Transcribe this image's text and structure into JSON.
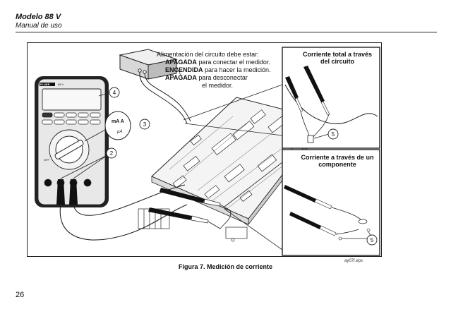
{
  "header": {
    "title": "Modelo 88 V",
    "subtitle": "Manual de uso"
  },
  "figure": {
    "callout_lines": [
      {
        "bold": "",
        "rest": "Alimentación del circuito debe estar:"
      },
      {
        "bold": "APAGADA",
        "rest": " para conectar el medidor."
      },
      {
        "bold": "ENCENDIDA",
        "rest": " para hacer la medición."
      },
      {
        "bold": "APAGADA",
        "rest": " para desconectar"
      },
      {
        "bold": "",
        "rest": "el medidor."
      }
    ],
    "inset_top_title": "Corriente total a través del circuito",
    "inset_bottom_title": "Corriente a través de un componente",
    "markers": [
      "4",
      "3",
      "2",
      "5",
      "5"
    ],
    "meter_brand": "FLUKE",
    "meter_model": "88 V",
    "meter_labels": {
      "ma_a": "mA A",
      "ua": "µA",
      "off": "OFF"
    },
    "file_id": "ay07f.eps",
    "caption": "Figura 7. Medición de corriente"
  },
  "page_number": "26",
  "colors": {
    "ink": "#111111",
    "meter_body": "#e8e8e8",
    "board": "#f4f4f4"
  }
}
